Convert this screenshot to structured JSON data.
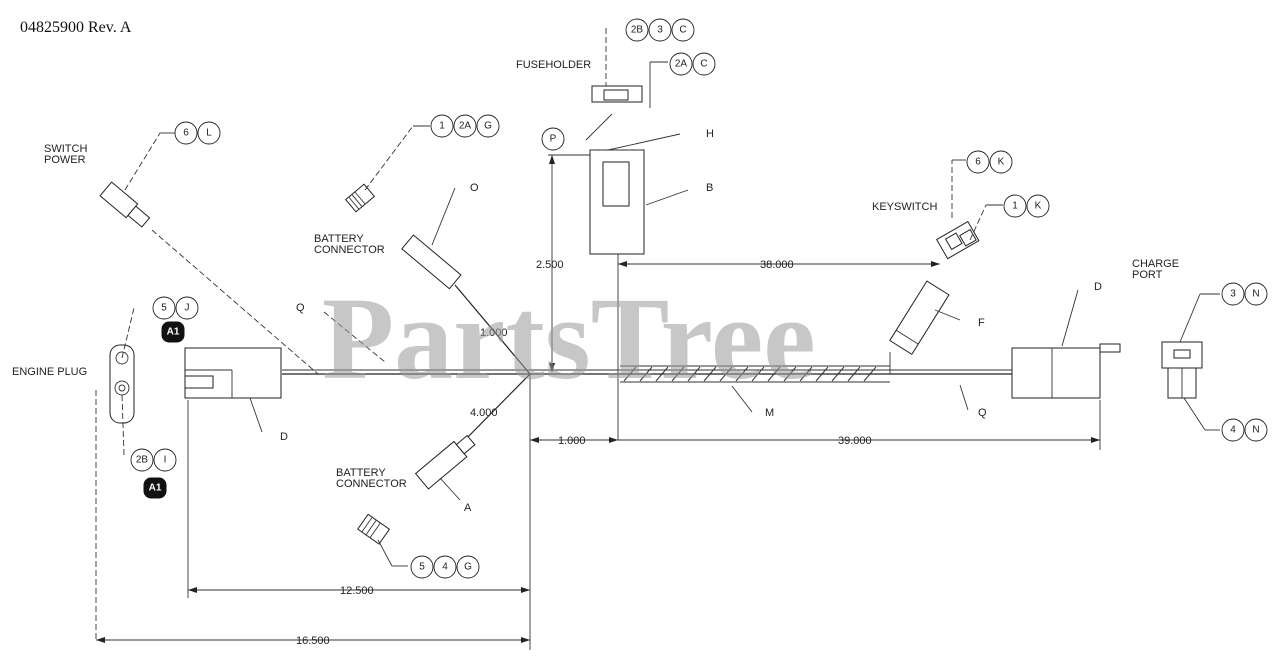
{
  "doc_number": "04825900 Rev. A",
  "watermark": "PartsTree",
  "labels": {
    "switch_power": [
      "SWITCH",
      "POWER"
    ],
    "engine_plug": "ENGINE PLUG",
    "battery_connector_top": [
      "BATTERY",
      "CONNECTOR"
    ],
    "battery_connector_bottom": [
      "BATTERY",
      "CONNECTOR"
    ],
    "fuseholder": "FUSEHOLDER",
    "keyswitch": "KEYSWITCH",
    "charge_port": [
      "CHARGE",
      "PORT"
    ]
  },
  "letters": {
    "O": "O",
    "Q1": "Q",
    "Q2": "Q",
    "H": "H",
    "B": "B",
    "F": "F",
    "D1": "D",
    "D2": "D",
    "M": "M",
    "A": "A"
  },
  "dimensions": {
    "d2500": "2.500",
    "d38000": "38.000",
    "d1000a": "1.000",
    "d4000": "4.000",
    "d1000b": "1.000",
    "d39000": "39.000",
    "d12500": "12.500",
    "d16500": "16.500"
  },
  "callouts": [
    {
      "id": "switch-power",
      "items": [
        "6",
        "L"
      ]
    },
    {
      "id": "battery-top",
      "items": [
        "1",
        "2A",
        "G"
      ]
    },
    {
      "id": "fuse-top",
      "items": [
        "2B",
        "3",
        "C"
      ]
    },
    {
      "id": "fuse-mid",
      "items": [
        "2A",
        "C"
      ]
    },
    {
      "id": "fuse-p",
      "items": [
        "P"
      ]
    },
    {
      "id": "key-upper",
      "items": [
        "6",
        "K"
      ]
    },
    {
      "id": "key-lower",
      "items": [
        "1",
        "K"
      ]
    },
    {
      "id": "charge-upper",
      "items": [
        "3",
        "N"
      ]
    },
    {
      "id": "charge-lower",
      "items": [
        "4",
        "N"
      ]
    },
    {
      "id": "engine-upper",
      "items": [
        "5",
        "J"
      ]
    },
    {
      "id": "engine-lower",
      "items": [
        "2B",
        "I"
      ]
    },
    {
      "id": "battery-bottom",
      "items": [
        "5",
        "4",
        "G"
      ]
    }
  ],
  "badges": {
    "engine_upper": "A1",
    "engine_lower": "A1"
  }
}
